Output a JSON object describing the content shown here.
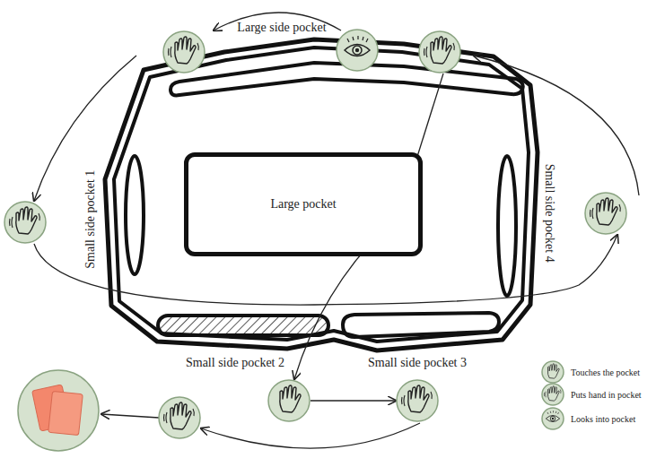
{
  "diagram": {
    "nodes": [
      {
        "text": [
          "Large pocket"
        ]
      }
    ],
    "labels": [
      "Large side pocket",
      "Small side pocket 1",
      "Small side pocket 4",
      "Small side pocket 2",
      "Small side pocket 3"
    ],
    "legend": [
      {
        "text": "Touches the pocket"
      },
      {
        "text": "Puts hand in pocket"
      },
      {
        "text": "Looks into pocket"
      }
    ]
  }
}
